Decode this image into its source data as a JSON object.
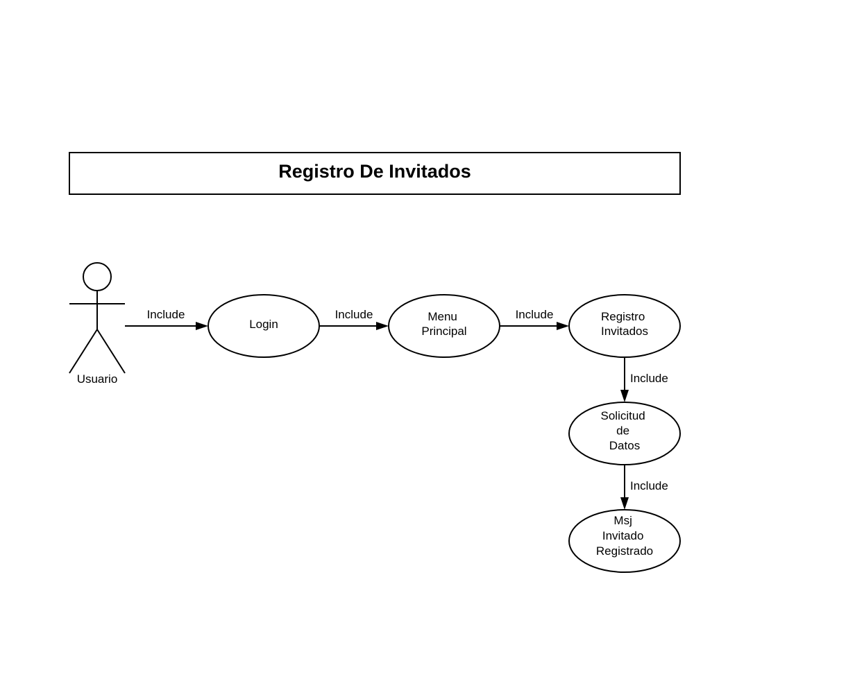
{
  "diagram": {
    "title": "Registro De Invitados",
    "actor": {
      "label": "Usuario"
    },
    "use_cases": {
      "login": {
        "lines": [
          "Login"
        ]
      },
      "menu_principal": {
        "lines": [
          "Menu",
          "Principal"
        ]
      },
      "registro_invitados": {
        "lines": [
          "Registro",
          "Invitados"
        ]
      },
      "solicitud_datos": {
        "lines": [
          "Solicitud",
          "de",
          "Datos"
        ]
      },
      "msj_invitado_registrado": {
        "lines": [
          "Msj",
          "Invitado",
          "Registrado"
        ]
      }
    },
    "relations": {
      "actor_to_login": "Include",
      "login_to_menu": "Include",
      "menu_to_registro": "Include",
      "registro_to_solicitud": "Include",
      "solicitud_to_msj": "Include"
    },
    "colors": {
      "stroke": "#000000",
      "background": "#ffffff"
    }
  }
}
